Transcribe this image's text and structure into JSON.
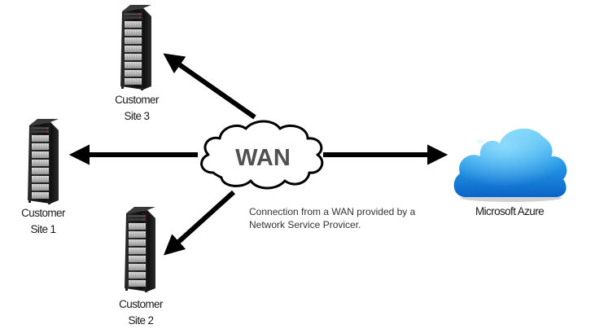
{
  "diagram": {
    "hub": {
      "label": "WAN",
      "text_color": "#505050"
    },
    "destination": {
      "label": "Microsoft Azure",
      "accent": "#1e8fe0"
    },
    "sites": [
      {
        "label_line1": "Customer",
        "label_line2": "Site 3"
      },
      {
        "label_line1": "Customer",
        "label_line2": "Site 1"
      },
      {
        "label_line1": "Customer",
        "label_line2": "Site 2"
      }
    ],
    "note": "Connection from a WAN provided by a Network Service Provicer.",
    "connections": [
      {
        "from": "WAN",
        "to": "Customer Site 3"
      },
      {
        "from": "WAN",
        "to": "Customer Site 1"
      },
      {
        "from": "WAN",
        "to": "Customer Site 2"
      },
      {
        "from": "WAN",
        "to": "Microsoft Azure"
      }
    ]
  }
}
